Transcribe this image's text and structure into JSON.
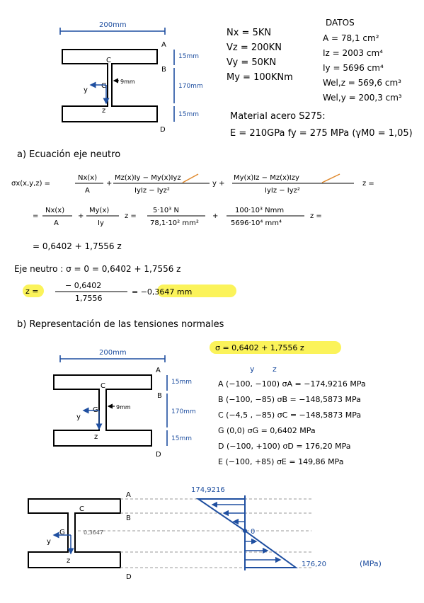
{
  "top_figure": {
    "width_label": "200mm",
    "points": [
      "A",
      "B",
      "C",
      "G",
      "D",
      "y",
      "z"
    ],
    "web_label": "9mm",
    "dims": [
      "15mm",
      "170mm",
      "15mm"
    ]
  },
  "loads": [
    "Nx = 5KN",
    "Vz = 200KN",
    "Vy = 50KN",
    "My = 100KNm"
  ],
  "datos": {
    "title": "DATOS",
    "items": [
      "A = 78,1 cm²",
      "Iz = 2003 cm⁴",
      "Iy = 5696 cm⁴",
      "Wel,z = 569,6 cm³",
      "Wel,y = 200,3 cm³"
    ]
  },
  "material": {
    "line1": "Material acero S275:",
    "line2": "E = 210GPa  fy = 275 MPa  (γM0 = 1,05)"
  },
  "section_a": {
    "title": "a) Ecuación eje neutro",
    "eq1_lhs": "σx(x,y,z) =",
    "eq1_t1_num": "Nx(x)",
    "eq1_t1_den": "A",
    "eq1_t2_num": "Mz(x)Iy − My(x)Iyz",
    "eq1_t2_den": "IyIz − Iyz²",
    "eq1_t2_var": "y +",
    "eq1_t3_num": "My(x)Iz − Mz(x)Izy",
    "eq1_t3_den": "IyIz − Iyz²",
    "eq1_t3_var": "z =",
    "eq2_t1_num": "Nx(x)",
    "eq2_t1_den": "A",
    "eq2_t2_num": "My(x)",
    "eq2_t2_den": "Iy",
    "eq2_t2_var": "z =",
    "eq2_t3_num": "5·10³ N",
    "eq2_t3_den": "78,1·10² mm²",
    "eq2_t4_num": "100·10³ Nmm",
    "eq2_t4_den": "5696·10⁴ mm⁴",
    "eq2_t4_var": "z =",
    "eq3": "= 0,6402 + 1,7556 z",
    "eje_neutro": "Eje neutro :  σ = 0 = 0,6402 + 1,7556 z",
    "result_lhs": "z =",
    "result_num": "− 0,6402",
    "result_den": "1,7556",
    "result_rhs": "= −0,3647 mm"
  },
  "section_b": {
    "title": "b) Representación de las tensiones normales",
    "sigma_eq": "σ = 0,6402 + 1,7556 z",
    "yz_header": [
      "y",
      "z"
    ],
    "rows": [
      "A (−100, −100)  σA = −174,9216 MPa",
      "B (−100, −85)  σB = −148,5873 MPa",
      "C (−4,5 , −85)  σC = −148,5873 MPa",
      "G (0,0)   σG = 0,6402 MPa",
      "D (−100, +100)  σD = 176,20 MPa",
      "E (−100, +85)  σE = 149,86 MPa"
    ]
  },
  "bottom_figure": {
    "top_value": "174,9216",
    "bottom_value": "176,20",
    "zero_label": "0",
    "offset_label": "0,3647",
    "unit": "(MPa)"
  }
}
